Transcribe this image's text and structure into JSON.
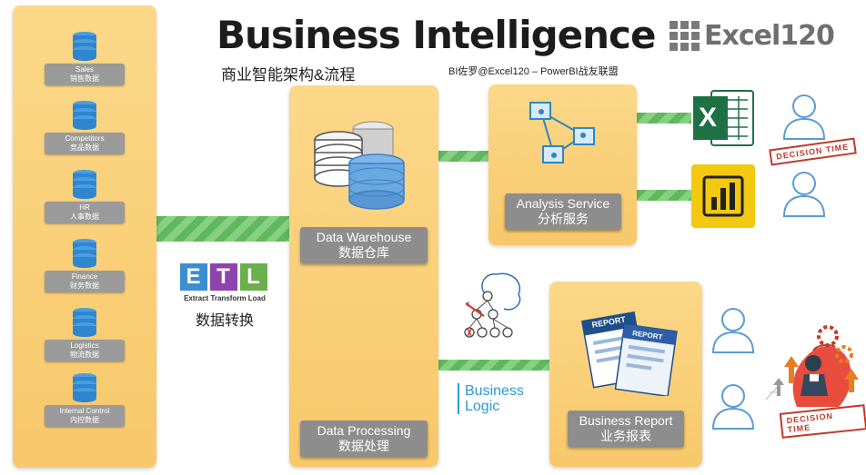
{
  "header": {
    "title": "Business Intelligence",
    "subtitle": "商业智能架构&流程",
    "credit": "BI佐罗@Excel120 – PowerBI战友联盟",
    "brand": "Excel120"
  },
  "sources": [
    {
      "en": "Sales",
      "zh": "销售数据"
    },
    {
      "en": "Competitors",
      "zh": "竞品数据"
    },
    {
      "en": "HR",
      "zh": "人事数据"
    },
    {
      "en": "Finance",
      "zh": "财务数据"
    },
    {
      "en": "Logistics",
      "zh": "物流数据"
    },
    {
      "en": "Internal Control",
      "zh": "内控数据"
    }
  ],
  "etl": {
    "letters": [
      "E",
      "T",
      "L"
    ],
    "caption": "Extract Transform Load",
    "zh": "数据转换"
  },
  "warehouse": {
    "en": "Data Warehouse",
    "zh": "数据仓库"
  },
  "processing": {
    "en": "Data Processing",
    "zh": "数据处理"
  },
  "analysis": {
    "en": "Analysis Service",
    "zh": "分析服务"
  },
  "report": {
    "en": "Business Report",
    "zh": "业务报表",
    "doc1": "REPORT",
    "doc2": "REPORT"
  },
  "business_logic": {
    "line1": "Business",
    "line2": "Logic"
  },
  "excel_icon": {
    "letter": "X"
  },
  "decision": {
    "stamp1": "DECISION TIME",
    "stamp2": "DECISION TIME"
  },
  "colors": {
    "panel": "#f8c86a",
    "connector": "#5fb85b",
    "label_bg": "#8d8d8d",
    "etl_e": "#3c8fce",
    "etl_t": "#8e44ad",
    "etl_l": "#6ab04c",
    "excel": "#1e7145",
    "powerbi": "#f2c811",
    "logic_blue": "#2b9ad6",
    "stamp": "#c0392b"
  },
  "icons": {
    "source": "database-icon",
    "warehouse": "database-stack-icon",
    "analysis": "cube-diagram-icon",
    "report": "report-documents-icon",
    "logic": "decision-tree-icon",
    "user": "user-outline-icon",
    "excel": "excel-app-icon",
    "powerbi": "power-bi-app-icon",
    "decision": "decision-maker-illustration"
  }
}
